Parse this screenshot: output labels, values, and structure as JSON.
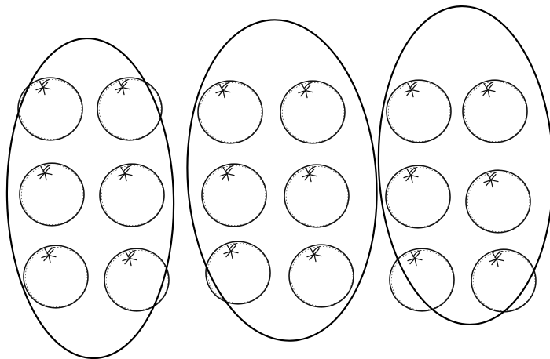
{
  "figure": {
    "groups": [
      {
        "fruit_count": 6,
        "rows": 3,
        "columns": 2
      },
      {
        "fruit_count": 6,
        "rows": 3,
        "columns": 2
      },
      {
        "fruit_count": 6,
        "rows": 3,
        "columns": 2
      }
    ],
    "fruit_icon": "tomato-icon",
    "total_fruit": 18,
    "colors": {
      "outline": "#000000",
      "background": "#ffffff"
    }
  }
}
